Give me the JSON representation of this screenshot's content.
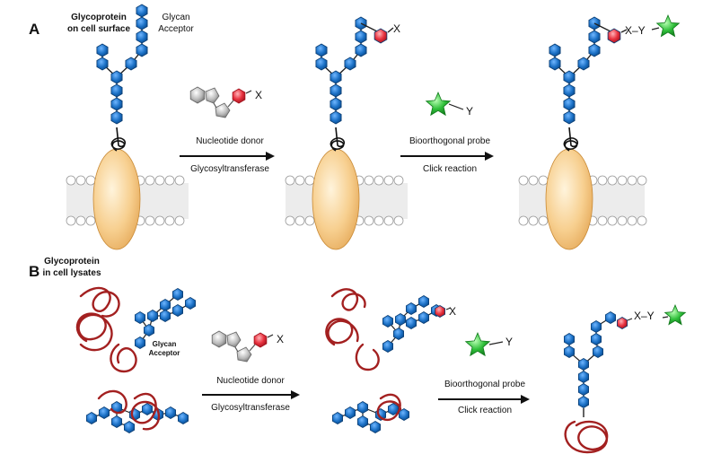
{
  "panel_a": {
    "letter": "A",
    "title_line1": "Glycoprotein",
    "title_line2": "on cell surface",
    "acceptor_line1": "Glycan",
    "acceptor_line2": "Acceptor",
    "donor_x": "X",
    "step1_top": "Nucleotide donor",
    "step1_bottom": "Glycosyltransferase",
    "glycan2_x": "X",
    "probe_y": "Y",
    "step2_top": "Bioorthogonal probe",
    "step2_bottom": "Click reaction",
    "glycan3_label": "X–Y"
  },
  "panel_b": {
    "letter": "B",
    "title_line1": "Glycoprotein",
    "title_line2": "in cell lysates",
    "acceptor_line1": "Glycan",
    "acceptor_line2": "Acceptor",
    "donor_x": "X",
    "step1_top": "Nucleotide donor",
    "step1_bottom": "Glycosyltransferase",
    "glycan2_x": "X",
    "probe_y": "Y",
    "step2_top": "Bioorthogonal probe",
    "step2_bottom": "Click reaction",
    "glycan3_label": "X–Y"
  },
  "colors": {
    "sugar": "#1a6fc4",
    "label_sugar": "#e8323f",
    "probe": "#2fbf3a",
    "protein": "#f4c27a",
    "peptide": "#a32020"
  },
  "icons": {
    "monosaccharide": "hexagon-icon",
    "labeled_sugar": "red-hexagon-icon",
    "probe": "green-star-icon",
    "nucleotide_donor": "nucleotide-icon"
  }
}
